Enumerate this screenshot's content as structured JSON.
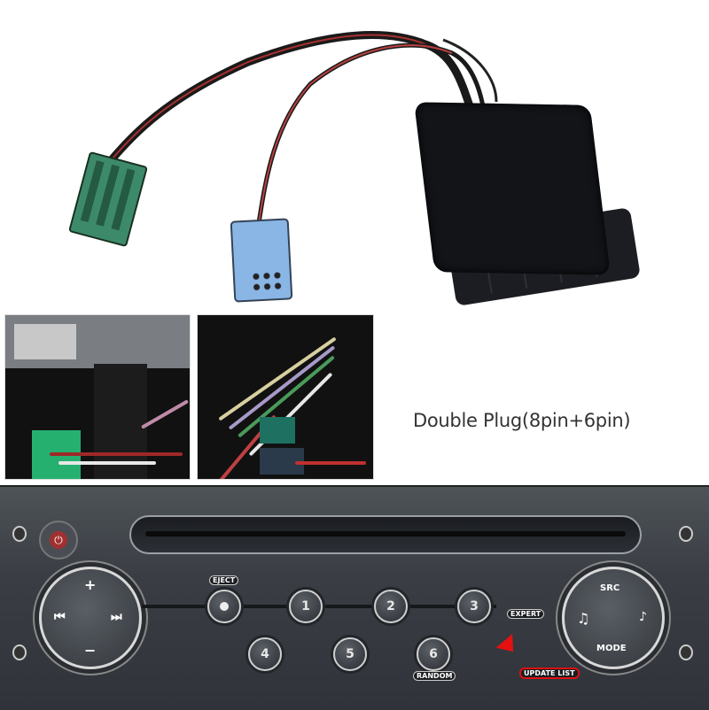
{
  "product": {
    "components": [
      {
        "name": "bluetooth-module",
        "color": "#121418"
      },
      {
        "name": "green-6pin-connector",
        "color": "#3d8a6a"
      },
      {
        "name": "blue-8pin-connector",
        "color": "#8ab6e6"
      }
    ]
  },
  "caption": "Double Plug(8pin+6pin)",
  "radio": {
    "eject_label": "EJECT",
    "preset_buttons": [
      "1",
      "2",
      "3",
      "4",
      "5",
      "6"
    ],
    "random_label": "RANDOM",
    "expert_label": "EXPERT",
    "update_list_label": "UPDATE LIST",
    "left_dial": {
      "up": "+",
      "down": "−",
      "prev": "⏮",
      "next": "⏭"
    },
    "right_dial": {
      "top": "SRC",
      "bottom": "MODE",
      "left": "♫",
      "right": "♪"
    },
    "power_icon": "⏻",
    "highlight_color": "#e51010"
  }
}
